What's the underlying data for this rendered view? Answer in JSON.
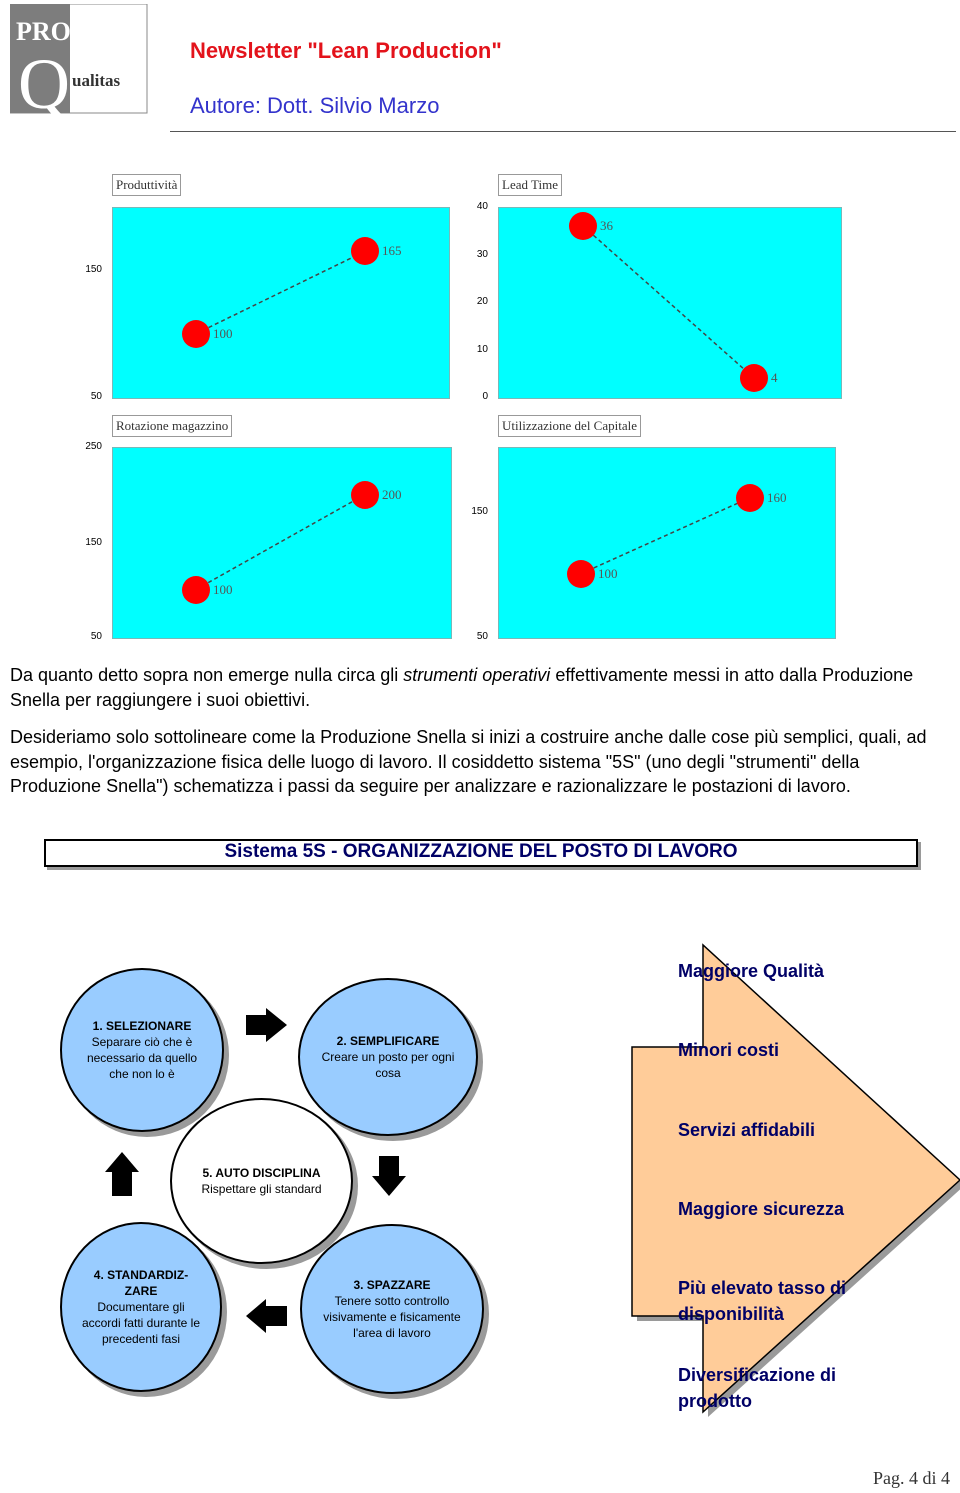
{
  "header": {
    "logo_text_top": "PRO",
    "logo_text_q": "Q",
    "logo_text_bottom": "ualitas",
    "title": "Newsletter \"Lean Production\"",
    "author": "Autore: Dott. Silvio Marzo"
  },
  "chart_data": [
    {
      "type": "line",
      "title": "Produttività",
      "x": [
        1,
        2
      ],
      "values": [
        100,
        165
      ],
      "data_labels": [
        "100",
        "165"
      ],
      "y_ticks": [
        "150",
        "50"
      ],
      "ylim": [
        50,
        200
      ],
      "grid": false
    },
    {
      "type": "line",
      "title": "Lead Time",
      "x": [
        1,
        2
      ],
      "values": [
        36,
        4
      ],
      "data_labels": [
        "36",
        "4"
      ],
      "y_ticks": [
        "40",
        "30",
        "20",
        "10",
        "0"
      ],
      "ylim": [
        0,
        40
      ],
      "grid": false
    },
    {
      "type": "line",
      "title": "Rotazione magazzino",
      "x": [
        1,
        2
      ],
      "values": [
        100,
        200
      ],
      "data_labels": [
        "100",
        "200"
      ],
      "y_ticks": [
        "250",
        "150",
        "50"
      ],
      "ylim": [
        50,
        250
      ],
      "grid": false
    },
    {
      "type": "line",
      "title": "Utilizzazione del Capitale",
      "x": [
        1,
        2
      ],
      "values": [
        100,
        160
      ],
      "data_labels": [
        "100",
        "160"
      ],
      "y_ticks": [
        "150",
        "50"
      ],
      "ylim": [
        50,
        200
      ],
      "grid": false
    }
  ],
  "text": {
    "p1_a": "Da quanto detto sopra non emerge nulla circa gli ",
    "p1_em": "strumenti operativi",
    "p1_b": " effettivamente messi in atto dalla Produzione Snella per raggiungere i suoi obiettivi.",
    "p2": "Desideriamo solo sottolineare come la Produzione Snella si inizi a costruire anche dalle cose più semplici, quali, ad esempio, l'organizzazione fisica delle luogo di lavoro. Il cosiddetto sistema \"5S\" (uno degli \"strumenti\" della Produzione Snella\") schematizza i passi da seguire per analizzare e razionalizzare le postazioni di lavoro."
  },
  "diagram": {
    "title": "Sistema 5S - ORGANIZZAZIONE DEL POSTO DI LAVORO",
    "steps": [
      {
        "title": "1. SELEZIONARE",
        "desc": "Separare ciò che è necessario da quello che non lo è"
      },
      {
        "title": "2. SEMPLIFICARE",
        "desc": "Creare un posto per ogni cosa"
      },
      {
        "title": "3. SPAZZARE",
        "desc": "Tenere sotto controllo visivamente e fisicamente l'area di lavoro"
      },
      {
        "title": "4.  STANDARDIZ-ZARE",
        "desc": "Documentare gli accordi fatti durante le precedenti fasi"
      },
      {
        "title": "5. AUTO DISCIPLINA",
        "desc": "Rispettare gli standard"
      }
    ],
    "benefits": [
      "Maggiore Qualità",
      "Minori costi",
      "Servizi affidabili",
      "Maggiore sicurezza",
      "Più elevato tasso di disponibilità",
      "Diversificazione di prodotto"
    ],
    "colors": {
      "circle_blue": "#99ccff",
      "arrow_fill": "#ffcc99",
      "benefit_text": "#000066"
    }
  },
  "footer": {
    "page": "Pag. 4 di 4"
  }
}
